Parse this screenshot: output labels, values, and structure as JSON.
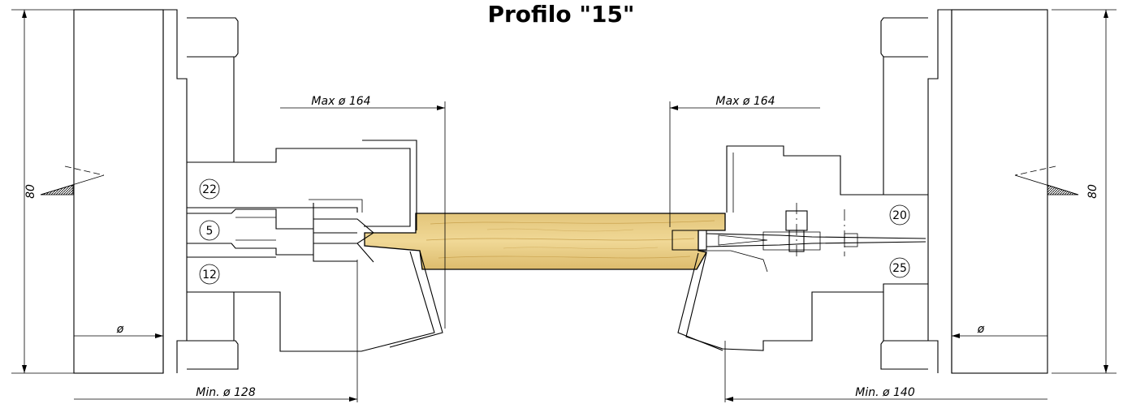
{
  "title": "Profilo \"15\"",
  "dimensions": {
    "left_max": "Max   ø 164",
    "right_max": "Max   ø 164",
    "left_min": "Min.  ø 128",
    "right_min": "Min.  ø 140",
    "left_height": "80",
    "right_height": "80",
    "left_diam": "ø",
    "right_diam": "ø"
  },
  "labels": {
    "c22": "22",
    "c5": "5",
    "c12": "12",
    "c20": "20",
    "c25": "25"
  },
  "colors": {
    "wood": "#e8cf86",
    "wood_grain": "#c9a24e",
    "line": "#000000"
  }
}
